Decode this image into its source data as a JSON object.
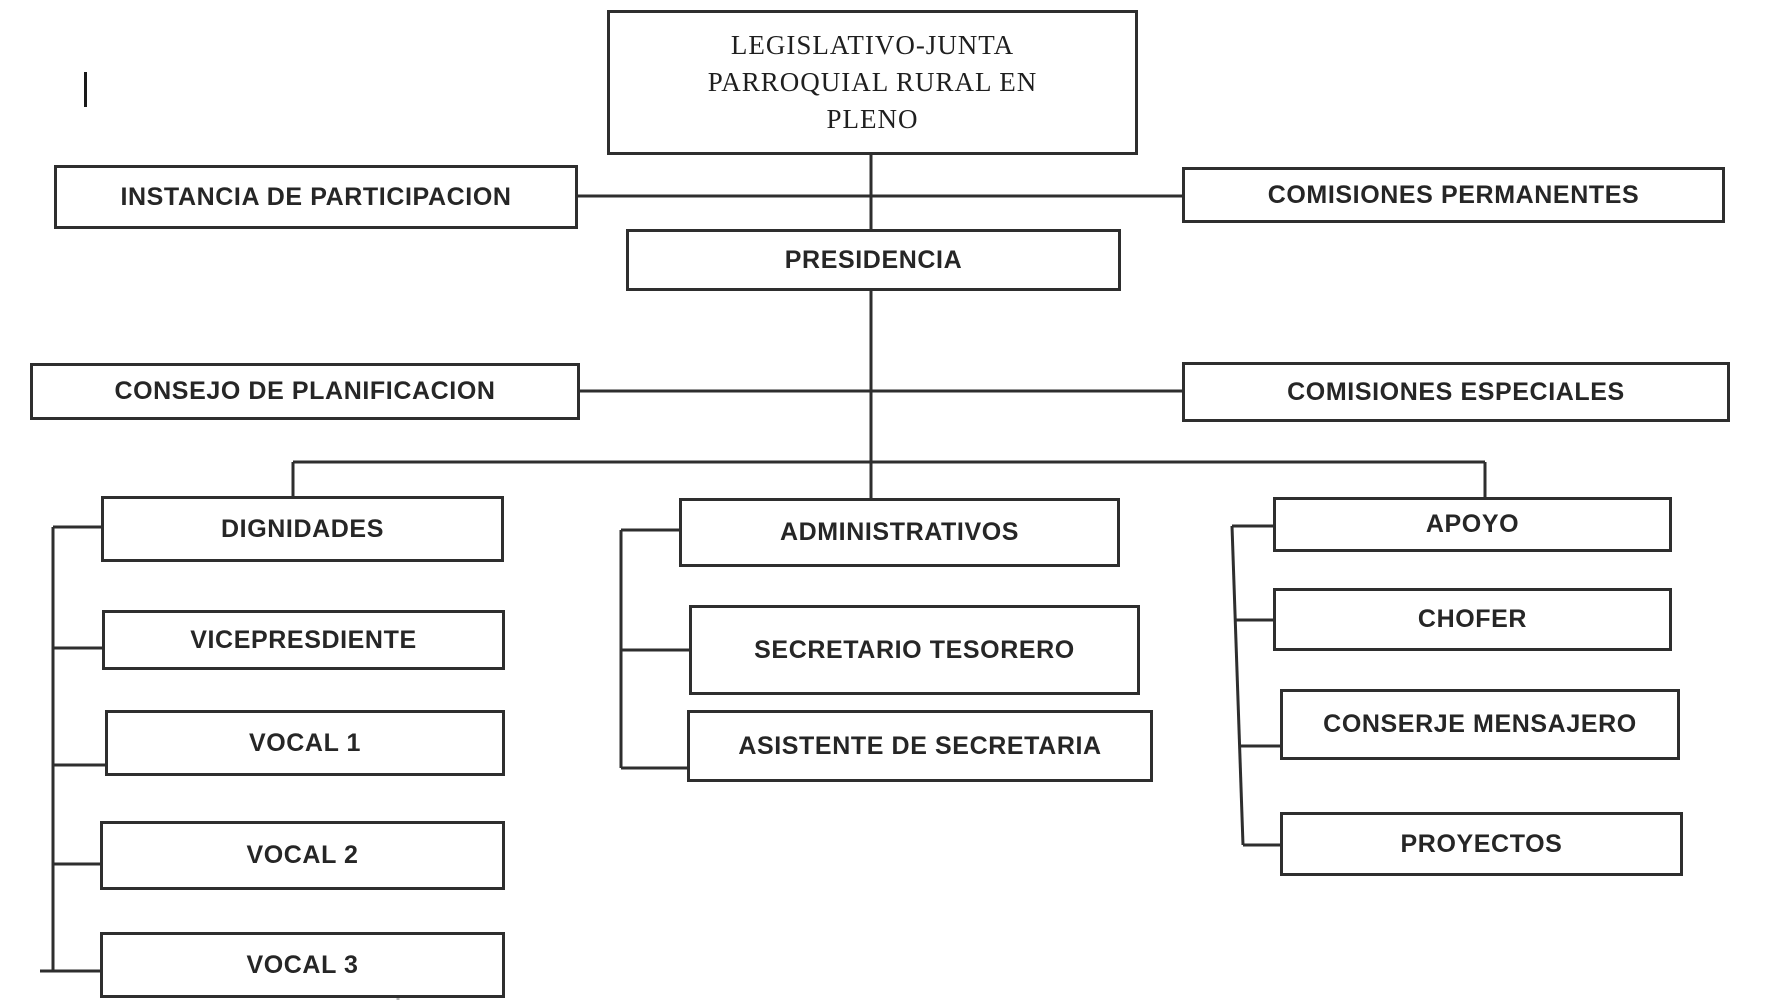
{
  "colors": {
    "background": "#ffffff",
    "box_border": "#2e2e2e",
    "connector_line": "#2e2e2e",
    "faint_line": "#b3b3b3",
    "text": "#262626"
  },
  "nodes": {
    "legislativo": {
      "label": "LEGISLATIVO-JUNTA PARROQUIAL RURAL EN PLENO",
      "lines": [
        "LEGISLATIVO-JUNTA",
        "PARROQUIAL RURAL EN",
        "PLENO"
      ]
    },
    "instancia": {
      "label": "INSTANCIA DE PARTICIPACION"
    },
    "comisiones_permanentes": {
      "label": "COMISIONES PERMANENTES"
    },
    "presidencia": {
      "label": "PRESIDENCIA"
    },
    "consejo": {
      "label": "CONSEJO DE PLANIFICACION"
    },
    "comisiones_especiales": {
      "label": "COMISIONES ESPECIALES"
    },
    "dignidades": {
      "label": "DIGNIDADES"
    },
    "vicepresdiente": {
      "label": "VICEPRESDIENTE"
    },
    "vocal1": {
      "label": "VOCAL 1"
    },
    "vocal2": {
      "label": "VOCAL 2"
    },
    "vocal3": {
      "label": "VOCAL 3"
    },
    "administrativos": {
      "label": "ADMINISTRATIVOS"
    },
    "secretario_tesorero": {
      "label": "SECRETARIO TESORERO"
    },
    "asistente_secretaria": {
      "label": "ASISTENTE DE SECRETARIA"
    },
    "apoyo": {
      "label": "APOYO"
    },
    "chofer": {
      "label": "CHOFER"
    },
    "conserje_mensajero": {
      "label": "CONSERJE MENSAJERO"
    },
    "proyectos": {
      "label": "PROYECTOS"
    }
  }
}
